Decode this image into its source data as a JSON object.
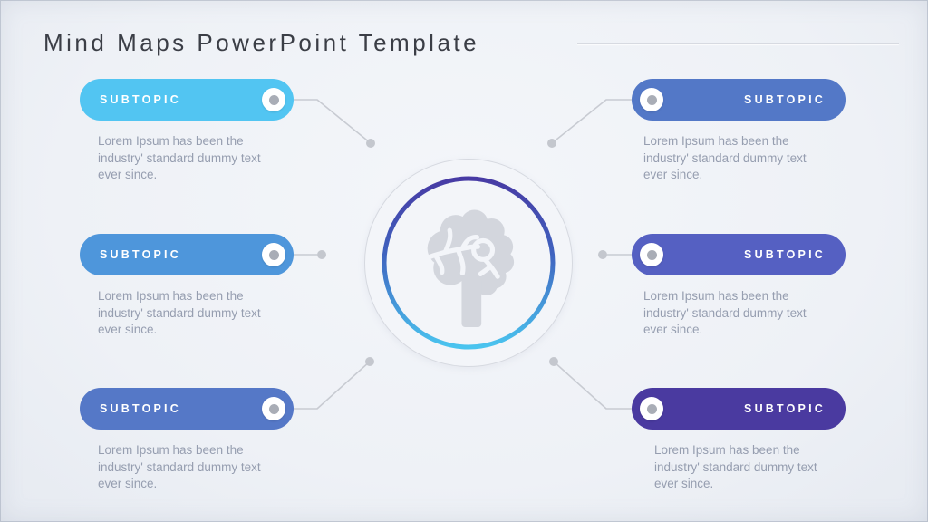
{
  "slide": {
    "title": "Mind Maps PowerPoint Template"
  },
  "topics": [
    {
      "label": "SUBTOPIC",
      "description": "Lorem Ipsum has been the industry' standard dummy text ever since.",
      "color": "#52c5f2",
      "position": "top-left"
    },
    {
      "label": "SUBTOPIC",
      "description": "Lorem Ipsum has been the industry' standard dummy text ever since.",
      "color": "#5378c7",
      "position": "top-right"
    },
    {
      "label": "SUBTOPIC",
      "description": "Lorem Ipsum has been the industry' standard dummy text ever since.",
      "color": "#4e96db",
      "position": "middle-left"
    },
    {
      "label": "SUBTOPIC",
      "description": "Lorem Ipsum has been the industry' standard dummy text ever since.",
      "color": "#5560c2",
      "position": "middle-right"
    },
    {
      "label": "SUBTOPIC",
      "description": "Lorem Ipsum has been the industry' standard dummy text ever since.",
      "color": "#5578c7",
      "position": "bottom-left"
    },
    {
      "label": "SUBTOPIC",
      "description": "Lorem Ipsum has been the industry' standard dummy text ever since.",
      "color": "#4a3aa0",
      "position": "bottom-right"
    }
  ],
  "center": {
    "icon": "brain-icon",
    "ring_gradient_top": "#473aa4",
    "ring_gradient_mid": "#3f63bf",
    "ring_gradient_bottom": "#4ac4ef"
  },
  "colors": {
    "background": "#eef1f6",
    "title_text": "#3b3e46",
    "description_text": "#969eb0",
    "connector": "#c8cbd2",
    "pill_text": "#ffffff"
  }
}
